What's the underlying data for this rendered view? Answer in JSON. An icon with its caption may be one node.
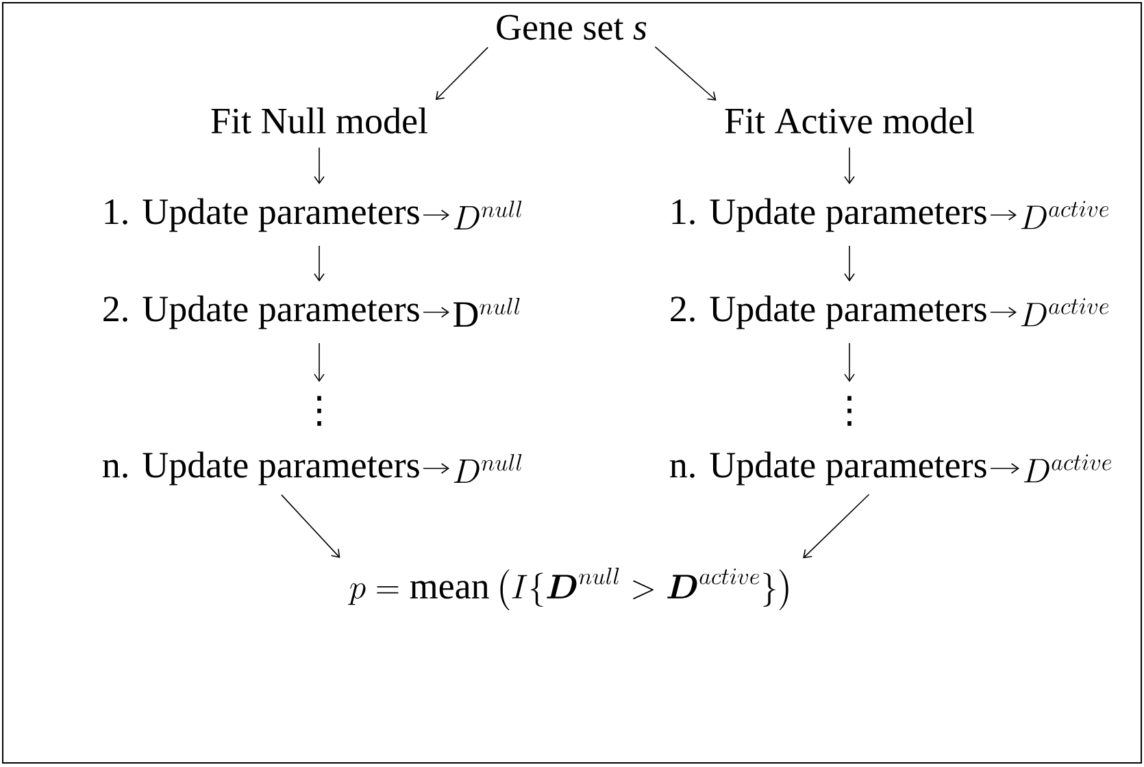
{
  "diagram": {
    "nodes": [
      {
        "text": [
          "Gene set *s*"
        ]
      },
      {
        "text": [
          "Fit Null model"
        ]
      },
      {
        "text": [
          "Fit Active model"
        ]
      },
      {
        "text": [
          "1. Update parameters"
        ]
      },
      {
        "text": [
          "D^{null}"
        ]
      },
      {
        "text": [
          "1. Update parameters"
        ]
      },
      {
        "text": [
          "D^{active}"
        ]
      },
      {
        "text": [
          "2. Update parameters"
        ]
      },
      {
        "text": [
          "\\mathrm{D}^{null}"
        ]
      },
      {
        "text": [
          "2. Update parameters"
        ]
      },
      {
        "text": [
          "D^{active}"
        ]
      },
      {
        "text": [
          "⋮"
        ]
      },
      {
        "text": [
          "⋮"
        ]
      },
      {
        "text": [
          "n. Update parameters"
        ]
      },
      {
        "text": [
          "D^{null}"
        ]
      },
      {
        "text": [
          "n. Update parameters"
        ]
      },
      {
        "text": [
          "D^{active}"
        ]
      },
      {
        "text": [
          "p = \\mathrm{mean}\\left(I\\{\\boldsymbol{D}^{null} > \\boldsymbol{D}^{active}\\}\\right)"
        ]
      }
    ],
    "edges": [
      {
        "from": 0,
        "to": 1,
        "arrow": "to"
      },
      {
        "from": 0,
        "to": 2,
        "arrow": "to"
      },
      {
        "from": 1,
        "to": 3,
        "arrow": "to"
      },
      {
        "from": 2,
        "to": 5,
        "arrow": "to"
      },
      {
        "from": 3,
        "to": 4,
        "arrow": "to"
      },
      {
        "from": 5,
        "to": 6,
        "arrow": "to"
      },
      {
        "from": 3,
        "to": 7,
        "arrow": "to"
      },
      {
        "from": 5,
        "to": 9,
        "arrow": "to"
      },
      {
        "from": 7,
        "to": 8,
        "arrow": "to"
      },
      {
        "from": 9,
        "to": 10,
        "arrow": "to"
      },
      {
        "from": 7,
        "to": 11,
        "arrow": "to"
      },
      {
        "from": 9,
        "to": 12,
        "arrow": "to"
      },
      {
        "from": 13,
        "to": 14,
        "arrow": "to"
      },
      {
        "from": 15,
        "to": 16,
        "arrow": "to"
      },
      {
        "from": 13,
        "to": 17,
        "arrow": "to"
      },
      {
        "from": 15,
        "to": 17,
        "arrow": "to"
      }
    ]
  }
}
